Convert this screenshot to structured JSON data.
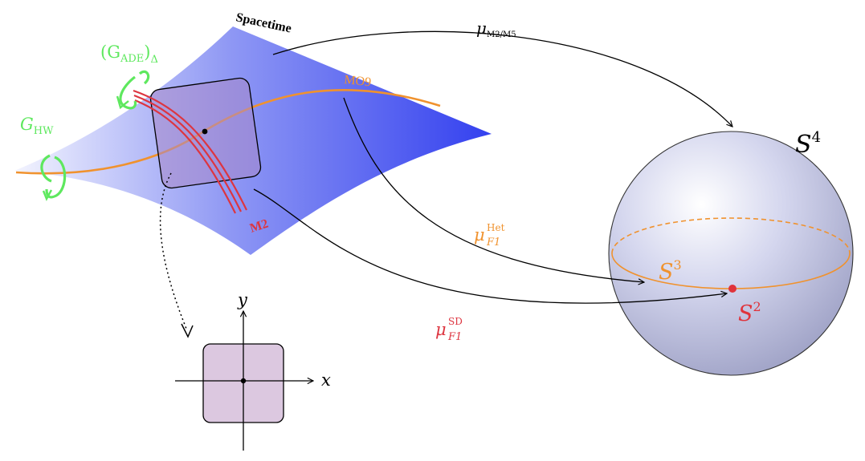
{
  "spacetime": {
    "title": "Spacetime"
  },
  "branes": {
    "mo9": "MO9",
    "m2": "M2"
  },
  "groups": {
    "hw_base": "G",
    "hw_sub": "HW",
    "ade_open": "(G",
    "ade_sub": "ADE",
    "ade_close": ")",
    "ade_outer_sub": "Δ"
  },
  "maps": {
    "m2m5_symbol": "μ",
    "m2m5_sub": "M2/M5",
    "het_symbol": "μ",
    "het_sup": "Het",
    "het_sub": "F1",
    "sd_symbol": "μ",
    "sd_sup": "SD",
    "sd_sub": "F1"
  },
  "spheres": {
    "s4_base": "S",
    "s4_exp": "4",
    "s3_base": "S",
    "s3_exp": "3",
    "s2_base": "S",
    "s2_exp": "2"
  },
  "axes": {
    "x": "x",
    "y": "y"
  },
  "colors": {
    "green": "#5ee85e",
    "orange": "#f0922e",
    "red": "#e0333b",
    "blue_dark": "#3848f0",
    "purple_fill": "#cdb3d6"
  }
}
